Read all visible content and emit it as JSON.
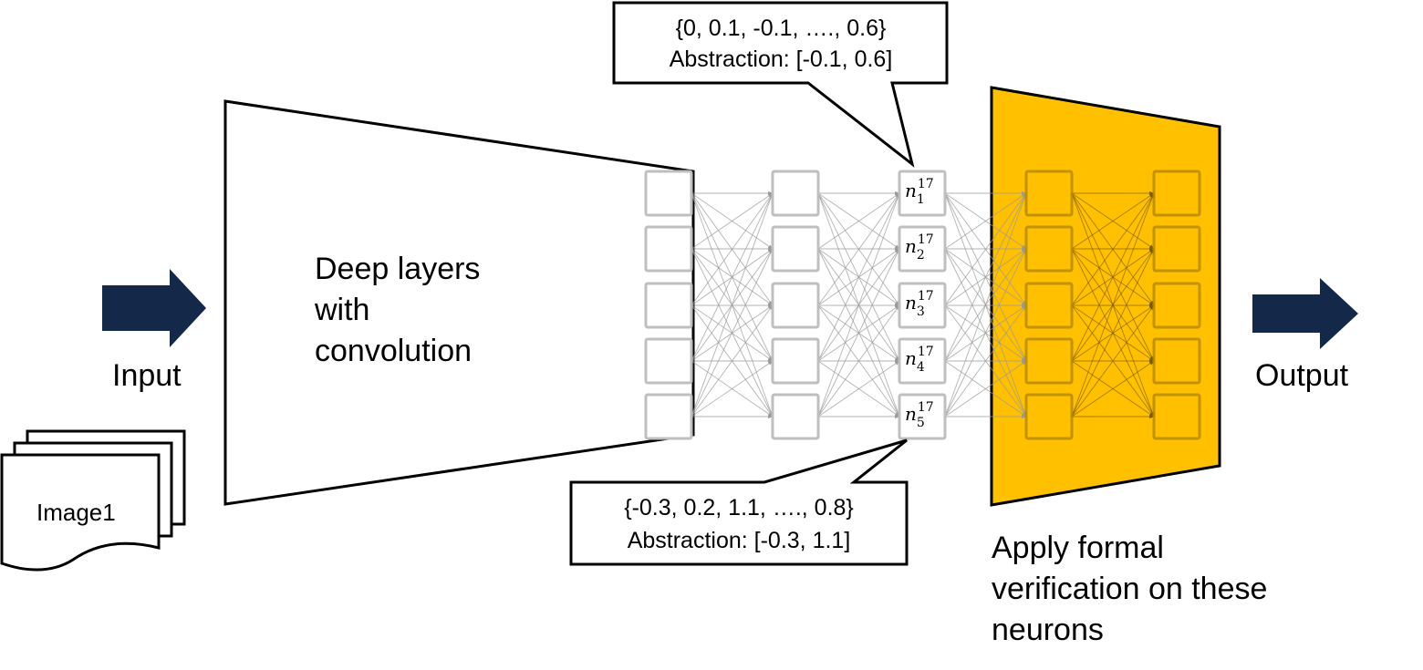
{
  "input_label": "Input",
  "output_label": "Output",
  "deep_layers_label": [
    "Deep layers",
    "with",
    "convolution"
  ],
  "image_label": "Image1",
  "callout_top": {
    "values": "{0, 0.1, -0.1, …., 0.6}",
    "abstraction": "Abstraction: [-0.1, 0.6]"
  },
  "callout_bottom": {
    "values": "{-0.3, 0.2, 1.1, …., 0.8}",
    "abstraction": "Abstraction: [-0.3, 1.1]"
  },
  "verify_label": [
    "Apply formal",
    "verification on these",
    "neurons"
  ],
  "neurons": [
    {
      "var": "n",
      "sub": "1",
      "sup": "17"
    },
    {
      "var": "n",
      "sub": "2",
      "sup": "17"
    },
    {
      "var": "n",
      "sub": "3",
      "sup": "17"
    },
    {
      "var": "n",
      "sub": "4",
      "sup": "17"
    },
    {
      "var": "n",
      "sub": "5",
      "sup": "17"
    }
  ],
  "colors": {
    "arrow": "#14284a",
    "verify_block": "#ffc000",
    "neuron_box": "#bfbfbf",
    "connection": "#9a9a9a"
  }
}
